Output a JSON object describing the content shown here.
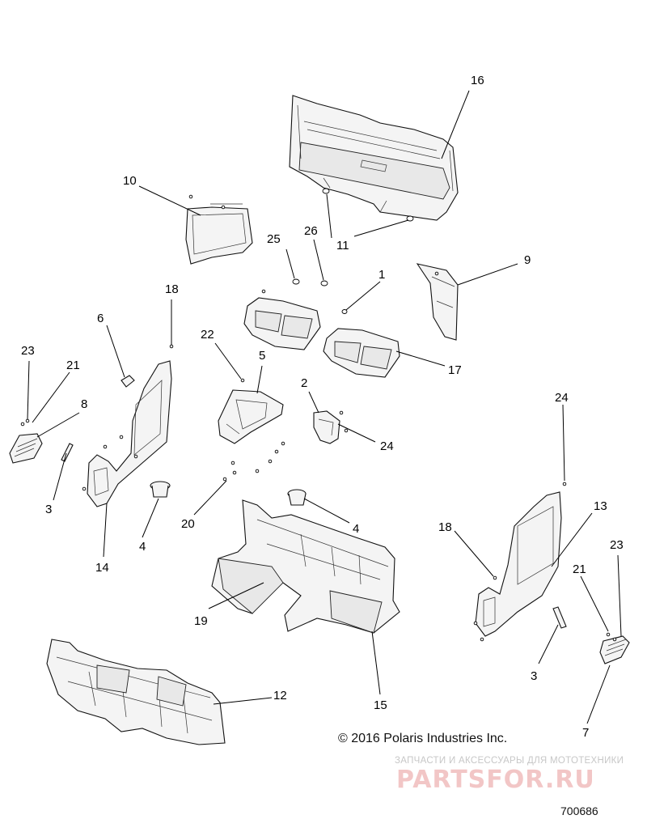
{
  "diagram": {
    "callouts": {
      "c1": "1",
      "c2": "2",
      "c3a": "3",
      "c3b": "3",
      "c4a": "4",
      "c4b": "4",
      "c5": "5",
      "c6": "6",
      "c7": "7",
      "c8": "8",
      "c9": "9",
      "c10": "10",
      "c11": "11",
      "c12": "12",
      "c13": "13",
      "c14": "14",
      "c15": "15",
      "c16": "16",
      "c17": "17",
      "c18a": "18",
      "c18b": "18",
      "c19": "19",
      "c20": "20",
      "c21a": "21",
      "c21b": "21",
      "c22": "22",
      "c23a": "23",
      "c23b": "23",
      "c24a": "24",
      "c24b": "24",
      "c25": "25",
      "c26": "26"
    },
    "copyright": "© 2016 Polaris Industries Inc.",
    "watermark_tagline": "ЗАПЧАСТИ И АКСЕССУАРЫ ДЛЯ МОТОТЕХНИКИ",
    "watermark_logo": "PARTSFOR.RU",
    "document_number": "700686"
  }
}
